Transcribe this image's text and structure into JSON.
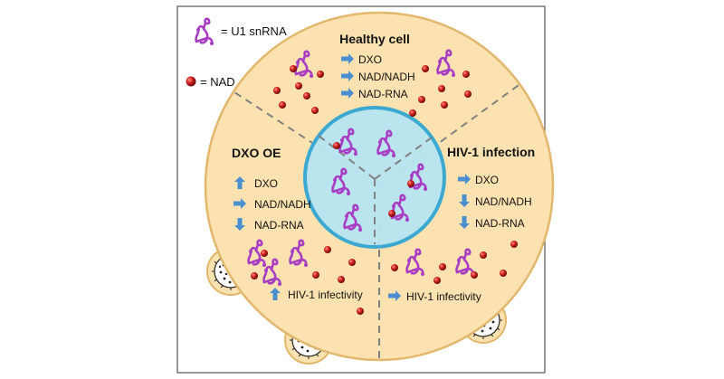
{
  "legend": {
    "u1_label": "= U1 snRNA",
    "nad_label": "= NAD"
  },
  "sections": {
    "healthy": {
      "title": "Healthy cell",
      "items": [
        {
          "arrow": "right",
          "label": "DXO"
        },
        {
          "arrow": "right",
          "label": "NAD/NADH"
        },
        {
          "arrow": "right",
          "label": "NAD-RNA"
        }
      ]
    },
    "dxo_oe": {
      "title": "DXO OE",
      "items": [
        {
          "arrow": "up",
          "label": "DXO"
        },
        {
          "arrow": "right",
          "label": "NAD/NADH"
        },
        {
          "arrow": "down",
          "label": "NAD-RNA"
        }
      ],
      "infectivity": {
        "arrow": "up",
        "label": "HIV-1 infectivity"
      }
    },
    "hiv": {
      "title": "HIV-1 infection",
      "items": [
        {
          "arrow": "right",
          "label": "DXO"
        },
        {
          "arrow": "down",
          "label": "NAD/NADH"
        },
        {
          "arrow": "down",
          "label": "NAD-RNA"
        }
      ],
      "infectivity": {
        "arrow": "right",
        "label": "HIV-1 infectivity"
      }
    }
  },
  "colors": {
    "cytoplasm": "#fbe2b0",
    "cell_outline": "#e2b76c",
    "nucleus_fill": "#b7e4f0",
    "nucleus_outline": "#3ca9d2",
    "arrow": "#4a90d0",
    "snrna": "#a93cc4",
    "nad": "#c8201e",
    "divider": "#808080"
  }
}
